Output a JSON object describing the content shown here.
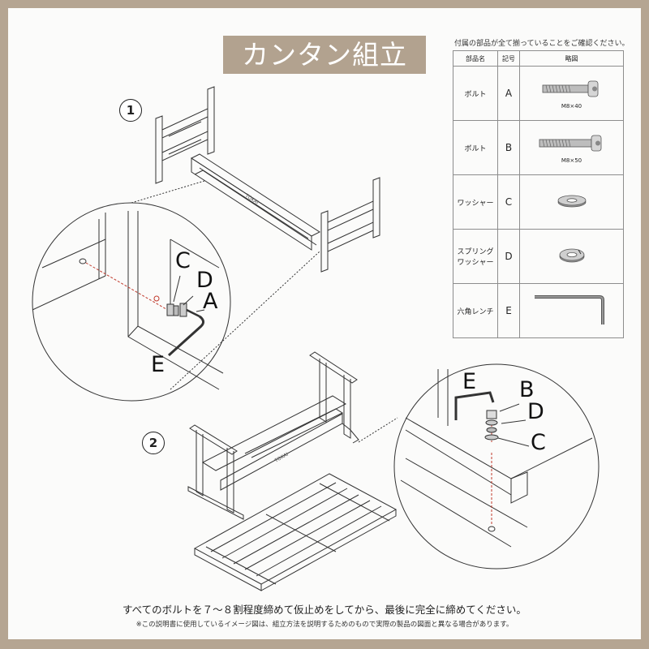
{
  "title": "カンタン組立",
  "parts_note": "付属の部品が全て揃っていることをご確認ください。",
  "table": {
    "headers": [
      "部品名",
      "記号",
      "略図"
    ],
    "rows": [
      {
        "name": "ボルト",
        "code": "A",
        "size": "M8×40",
        "icon": "bolt-icon"
      },
      {
        "name": "ボルト",
        "code": "B",
        "size": "M8×50",
        "icon": "bolt-icon"
      },
      {
        "name": "ワッシャー",
        "code": "C",
        "size": "",
        "icon": "washer-icon"
      },
      {
        "name": "スプリング\nワッシャー",
        "code": "D",
        "size": "",
        "icon": "spring-washer-icon"
      },
      {
        "name": "六角レンチ",
        "code": "E",
        "size": "",
        "icon": "hex-wrench-icon"
      }
    ]
  },
  "steps": [
    "1",
    "2"
  ],
  "callout1": {
    "labels": [
      "C",
      "D",
      "A",
      "E"
    ]
  },
  "callout2": {
    "labels": [
      "E",
      "B",
      "D",
      "C"
    ]
  },
  "footer": {
    "line1": "すべてのボルトを７～８割程度締めて仮止めをしてから、最後に完全に締めてください。",
    "line2": "※この説明書に使用しているイメージ図は、組立方法を説明するためのもので実際の製品の図面と異なる場合があります。"
  },
  "colors": {
    "accent": "#b2a28f",
    "frame": "#b5a592"
  }
}
